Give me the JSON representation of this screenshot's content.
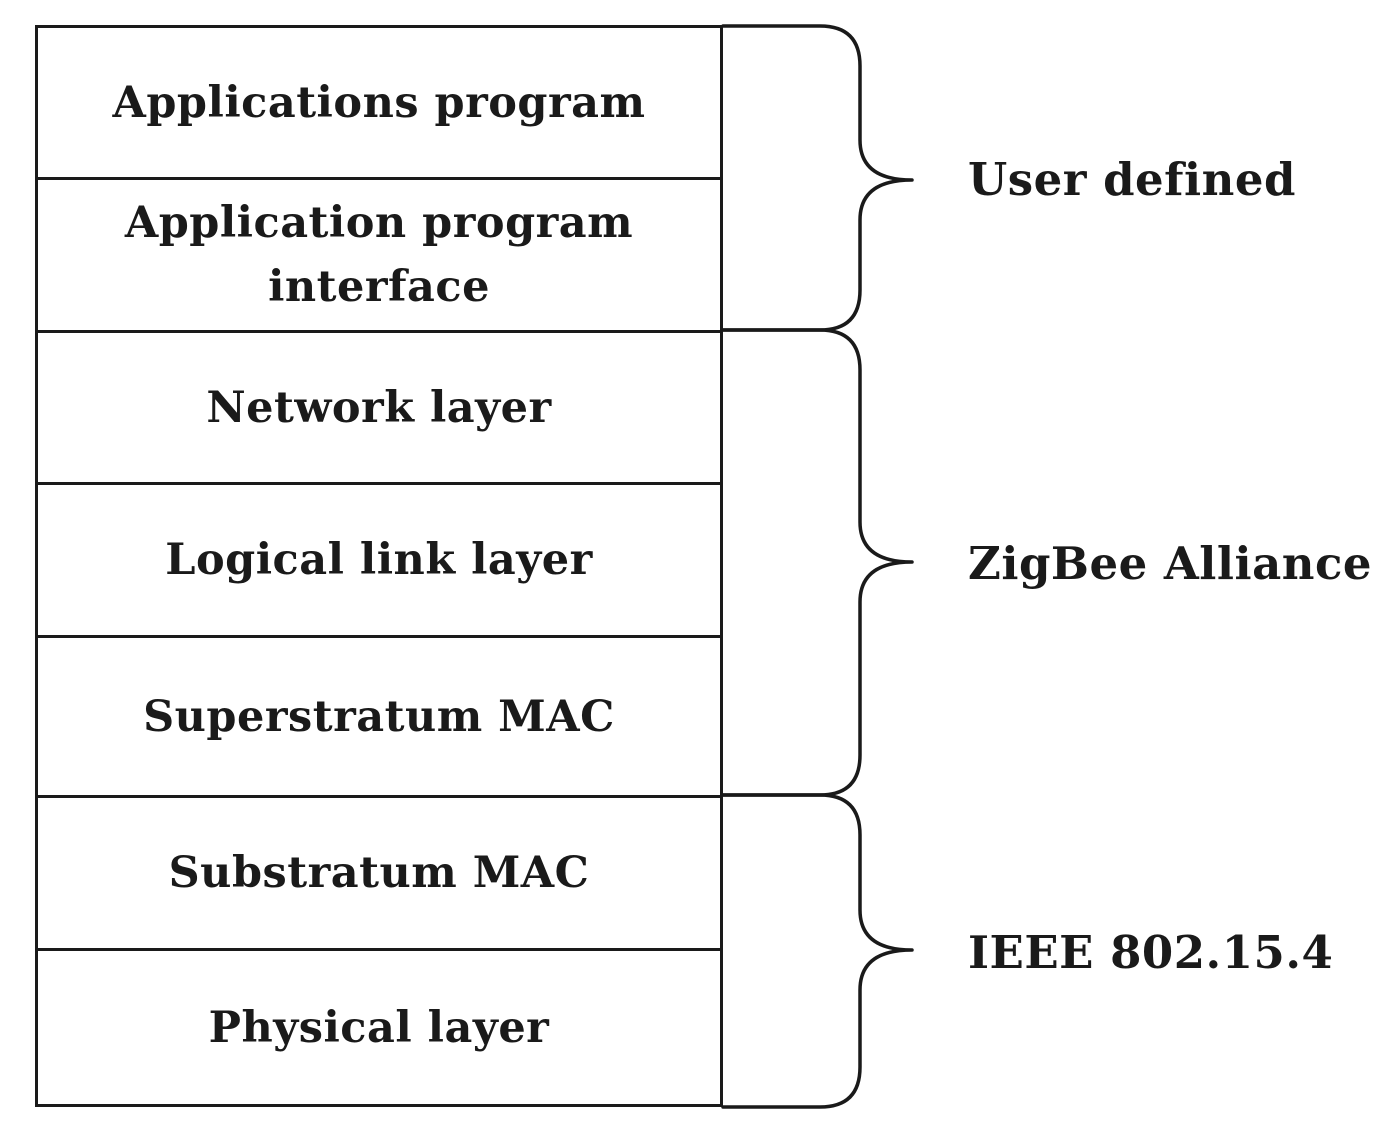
{
  "layers": [
    {
      "label": "Applications program"
    },
    {
      "label": "Application program interface"
    },
    {
      "label": "Network layer"
    },
    {
      "label": "Logical link layer"
    },
    {
      "label": "Superstratum MAC"
    },
    {
      "label": "Substratum MAC"
    },
    {
      "label": "Physical layer"
    }
  ],
  "groups": [
    {
      "label": "User defined",
      "spans_layers": [
        "Applications program",
        "Application program interface"
      ]
    },
    {
      "label": "ZigBee Alliance",
      "spans_layers": [
        "Network layer",
        "Logical link layer",
        "Superstratum MAC"
      ]
    },
    {
      "label": "IEEE 802.15.4",
      "spans_layers": [
        "Substratum MAC",
        "Physical layer"
      ]
    }
  ],
  "colors": {
    "line": "#1a1a1a",
    "background": "#ffffff"
  }
}
